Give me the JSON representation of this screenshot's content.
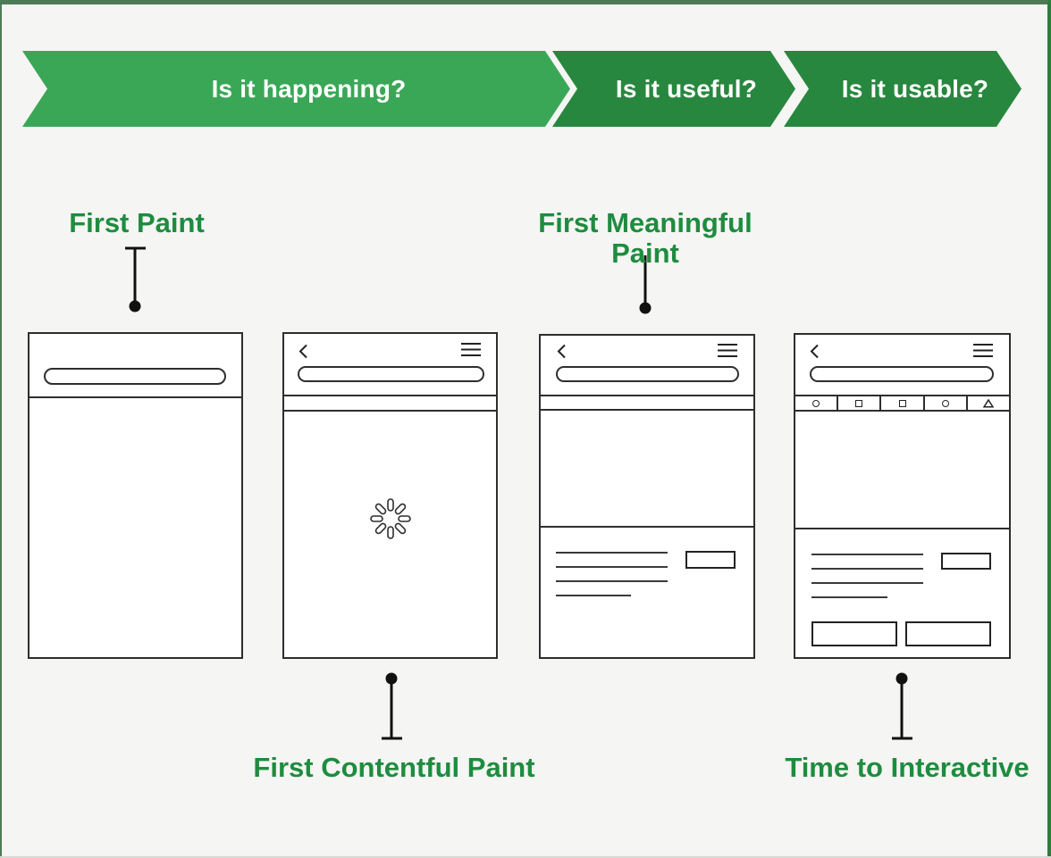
{
  "banner": {
    "steps": [
      {
        "label": "Is it happening?",
        "color": "#3aa757"
      },
      {
        "label": "Is it useful?",
        "color": "#28873e"
      },
      {
        "label": "Is it usable?",
        "color": "#28873e"
      }
    ]
  },
  "metrics": {
    "first_paint": {
      "label": "First Paint"
    },
    "first_contentful_paint": {
      "label": "First Contentful Paint"
    },
    "first_meaningful_paint": {
      "label": "First Meaningful Paint"
    },
    "time_to_interactive": {
      "label": "Time to Interactive"
    }
  },
  "icons": {
    "back": "chevron-left",
    "menu": "hamburger",
    "loading": "spinner",
    "toolbar": [
      "circle",
      "square",
      "square",
      "circle",
      "triangle"
    ]
  },
  "colors": {
    "metric_label": "#1e8c3f",
    "banner_text": "#ffffff",
    "connector": "#111111",
    "background": "#f5f5f3"
  }
}
